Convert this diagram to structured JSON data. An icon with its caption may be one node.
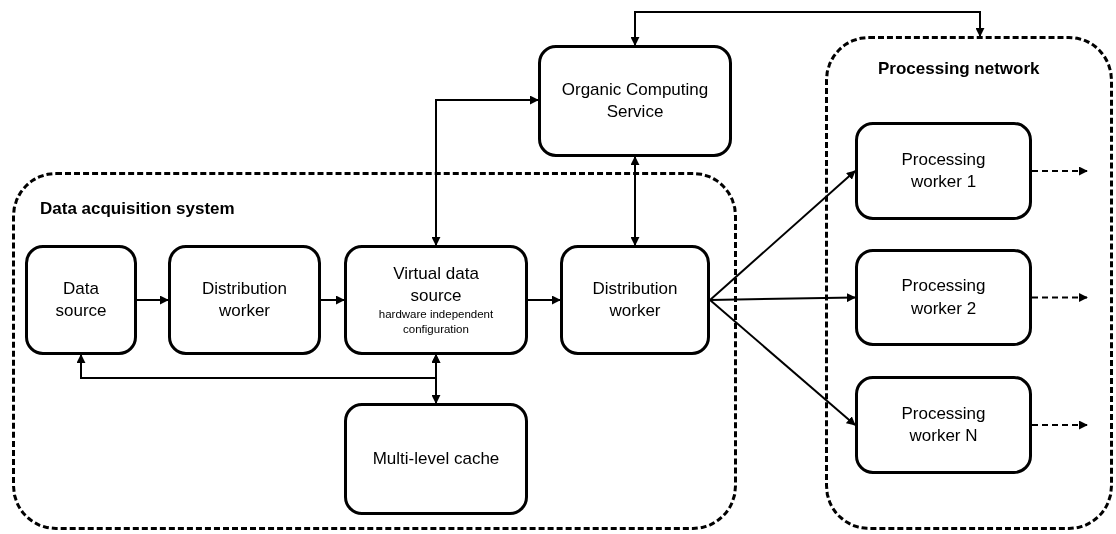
{
  "diagram": {
    "nodes": [
      {
        "text": [
          "Organic Computing Service"
        ]
      },
      {
        "text": [
          "Processing network"
        ]
      },
      {
        "text": [
          "Processing worker 1"
        ],
        "in": 1
      },
      {
        "text": [
          "Processing worker 2"
        ],
        "in": 1
      },
      {
        "text": [
          "Processing worker N"
        ],
        "in": 1
      },
      {
        "text": [
          "Data acquisition system"
        ]
      },
      {
        "text": [
          "Data source"
        ],
        "in": 5
      },
      {
        "text": [
          "Distribution worker"
        ],
        "in": 5
      },
      {
        "text": [
          "Virtual data source",
          "hardware independent configuration"
        ],
        "in": 5
      },
      {
        "text": [
          "Distribution worker"
        ],
        "in": 5
      },
      {
        "text": [
          "Multi-level cache"
        ],
        "in": 5
      }
    ],
    "edges": [
      {
        "from": 0,
        "to": 1,
        "arrow": "both"
      },
      {
        "from": 8,
        "to": 0,
        "arrow": "both"
      },
      {
        "from": 9,
        "to": 0,
        "arrow": "both"
      },
      {
        "from": 6,
        "to": 7,
        "arrow": "to"
      },
      {
        "from": 7,
        "to": 8,
        "arrow": "to"
      },
      {
        "from": 8,
        "to": 9,
        "arrow": "to"
      },
      {
        "from": 8,
        "to": 10,
        "arrow": "both"
      },
      {
        "from": 8,
        "to": 6,
        "arrow": "both"
      },
      {
        "from": 9,
        "to": 2,
        "arrow": "to"
      },
      {
        "from": 9,
        "to": 3,
        "arrow": "to"
      },
      {
        "from": 9,
        "to": 4,
        "arrow": "to"
      },
      {
        "from": 2,
        "to": null,
        "arrow": "to",
        "style": "dashed"
      },
      {
        "from": 3,
        "to": null,
        "arrow": "to",
        "style": "dashed"
      },
      {
        "from": 4,
        "to": null,
        "arrow": "to",
        "style": "dashed"
      }
    ]
  }
}
